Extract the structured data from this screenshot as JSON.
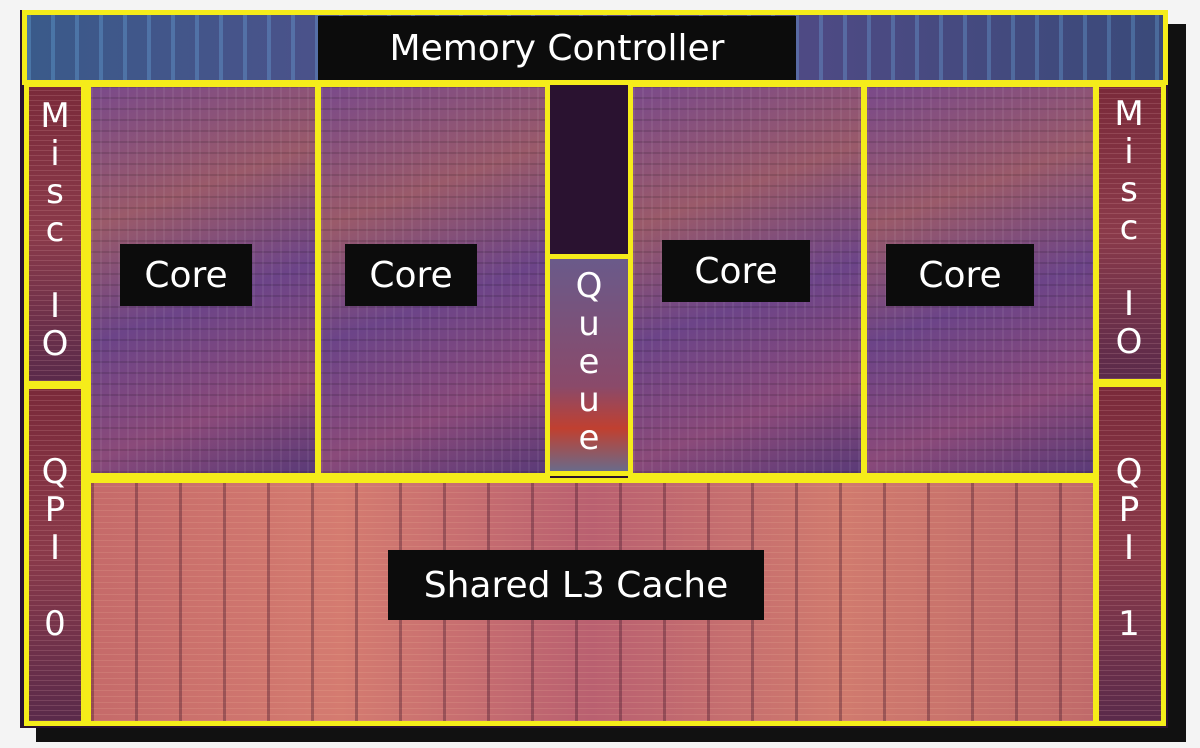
{
  "labels": {
    "memory_controller": "Memory Controller",
    "core_1": "Core",
    "core_2": "Core",
    "core_3": "Core",
    "core_4": "Core",
    "queue": "Queue",
    "shared_l3": "Shared L3 Cache",
    "misc_io_left": "Misc IO",
    "misc_io_right": "Misc IO",
    "qpi_0": "QPI 0",
    "qpi_1": "QPI 1"
  },
  "colors": {
    "outline": "#f5ec1a",
    "label_bg": "#0c0c0c"
  }
}
